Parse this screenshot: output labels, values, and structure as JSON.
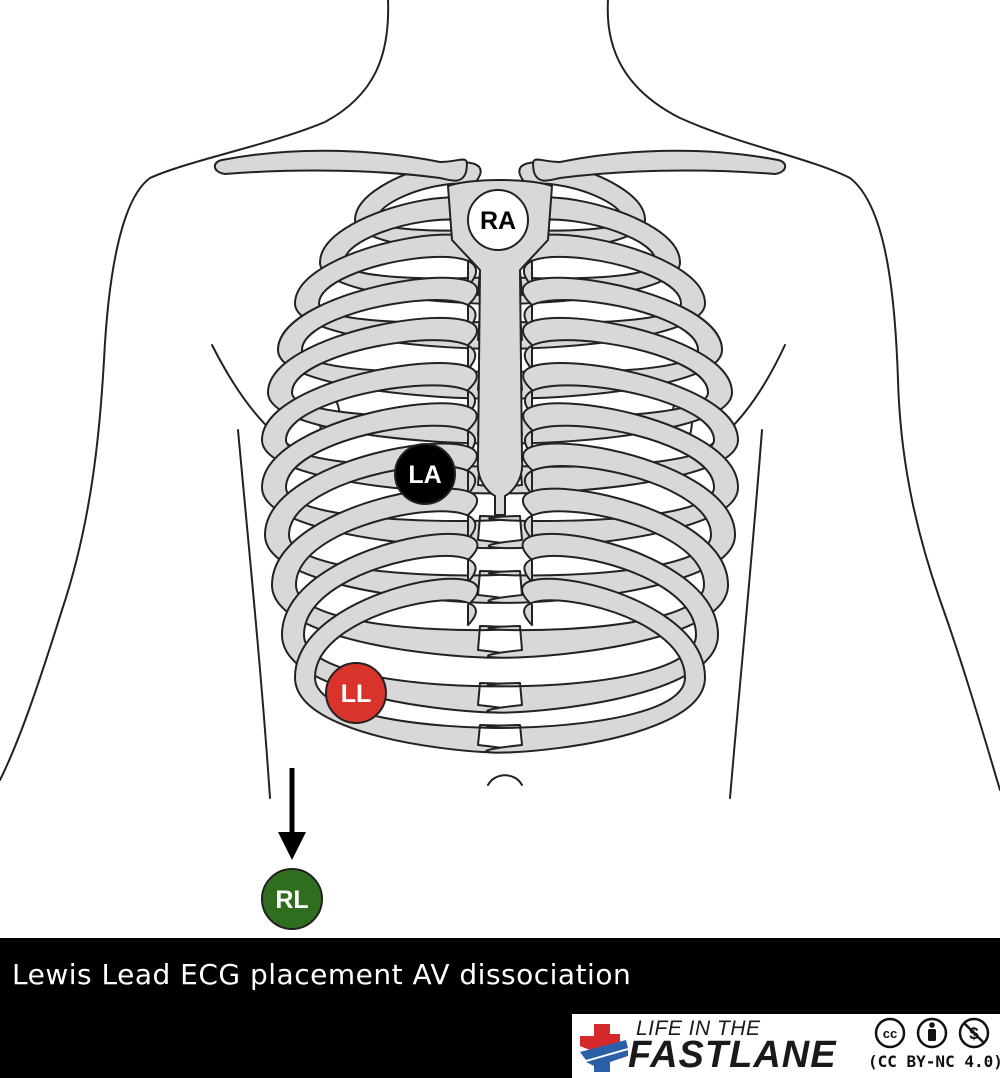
{
  "caption": "Lewis Lead ECG placement AV dissociation",
  "electrodes": [
    {
      "label": "RA",
      "fill": "#ffffff",
      "text_color": "#000000"
    },
    {
      "label": "LA",
      "fill": "#000000",
      "text_color": "#ffffff"
    },
    {
      "label": "LL",
      "fill": "#d9342b",
      "text_color": "#ffffff"
    },
    {
      "label": "RL",
      "fill": "#2f6e1f",
      "text_color": "#ffffff"
    }
  ],
  "logo": {
    "line1": "LIFE IN THE",
    "line2": "FASTLANE",
    "license": "(CC BY-NC 4.0)",
    "license_icons": [
      "cc-icon",
      "attribution-icon",
      "noncommercial-icon"
    ],
    "colors": {
      "red": "#d62a2a",
      "blue": "#2b5fa8"
    }
  },
  "colors": {
    "bone": "#d8d8d8",
    "outline": "#222222"
  }
}
